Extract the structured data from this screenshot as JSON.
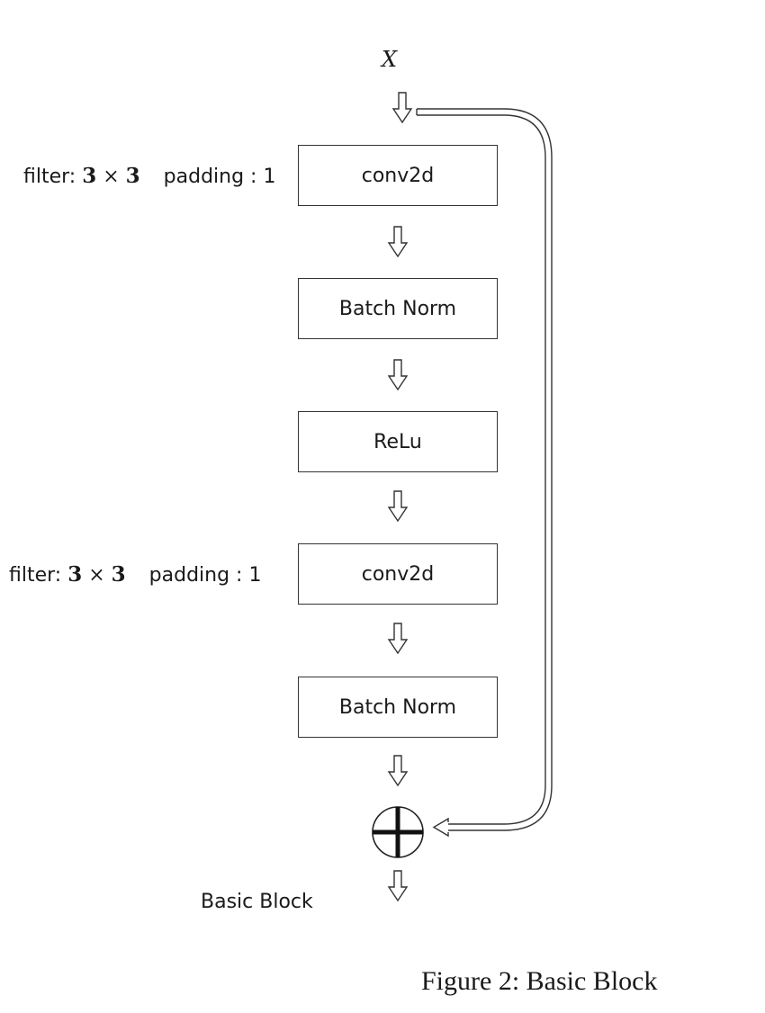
{
  "diagram": {
    "input_label": "X",
    "layers": [
      {
        "label": "conv2d",
        "filter_prefix": "filter:",
        "filter_math": "3",
        "filter_times": "×",
        "filter_math2": "3",
        "padding": "padding : 1"
      },
      {
        "label": "Batch Norm"
      },
      {
        "label": "ReLu"
      },
      {
        "label": "conv2d",
        "filter_prefix": "filter:",
        "filter_math": "3",
        "filter_times": "×",
        "filter_math2": "3",
        "padding": "padding : 1"
      },
      {
        "label": "Batch Norm"
      }
    ],
    "operator": "add",
    "block_label": "Basic Block",
    "caption": "Figure 2:  Basic Block"
  }
}
